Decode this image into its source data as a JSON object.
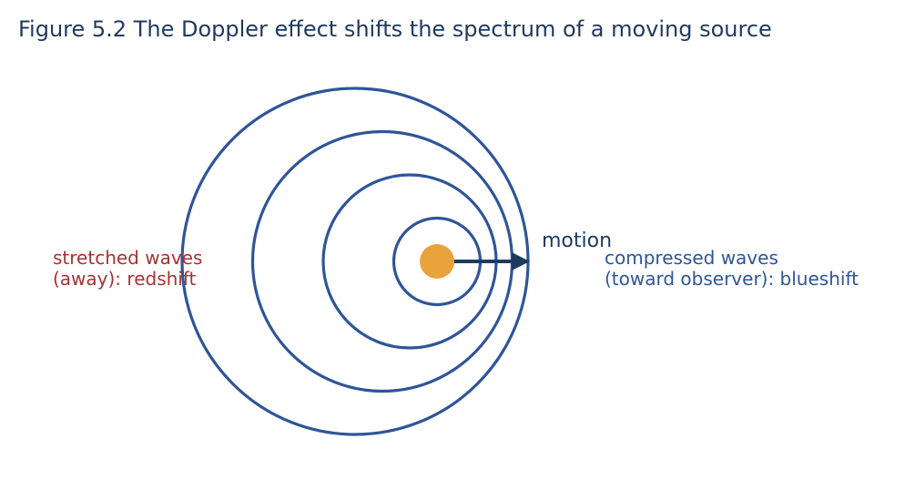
{
  "figure": {
    "title": "Figure 5.2  The Doppler effect shifts the spectrum of a moving source",
    "motion_label": "motion",
    "left_label": {
      "line1": "stretched waves",
      "line2": "(away): redshift"
    },
    "right_label": {
      "line1": "compressed waves",
      "line2": "(toward observer): blueshift"
    }
  },
  "colors": {
    "title": "#1f3a5f",
    "wavefront": "#2f5597",
    "source": "#e8a33d",
    "arrow": "#1f3a5f",
    "redshift_text": "#a83232",
    "blueshift_text": "#2f5597",
    "motion_text": "#1f3a5f"
  }
}
